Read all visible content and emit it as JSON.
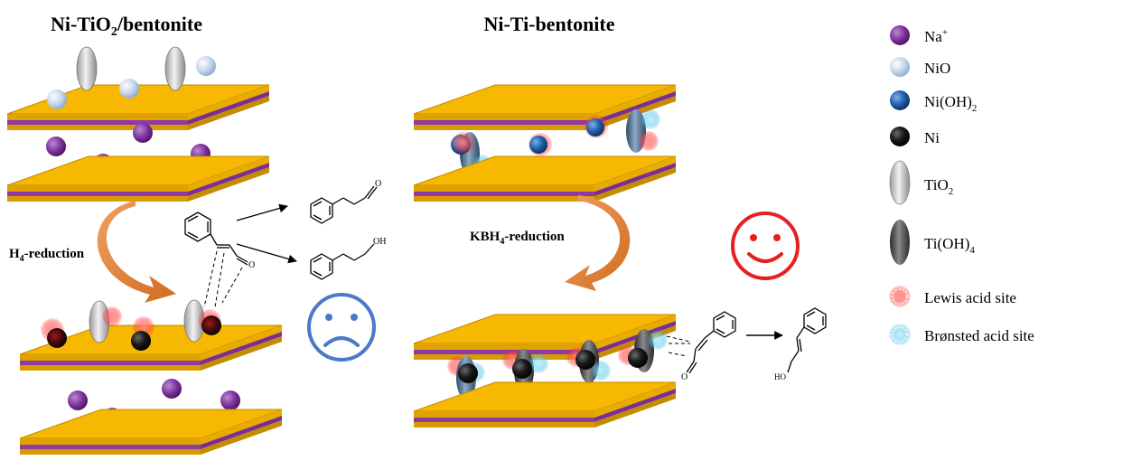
{
  "left_panel": {
    "title": "Ni-TiO",
    "title_sub": "2",
    "title_rest": "/bentonite",
    "reduction_label": "H",
    "reduction_sub": "4",
    "reduction_rest": "-reduction",
    "face": "sad"
  },
  "right_panel": {
    "title": "Ni-Ti-bentonite",
    "reduction_label": "KBH",
    "reduction_sub": "4",
    "reduction_rest": "-reduction",
    "face": "happy"
  },
  "molecules": {
    "aldehyde_label": "O",
    "alcohol_label": "OH",
    "reactant_label": "O",
    "right_reactant_label": "O",
    "product_label": "HO"
  },
  "legend": {
    "items": [
      {
        "label": "Na",
        "sup": "+",
        "sub": "",
        "icon": "purple-sphere"
      },
      {
        "label": "NiO",
        "sup": "",
        "sub": "",
        "icon": "light-blue-sphere"
      },
      {
        "label": "Ni(OH)",
        "sup": "",
        "sub": "2",
        "icon": "blue-sphere"
      },
      {
        "label": "Ni",
        "sup": "",
        "sub": "",
        "icon": "black-sphere"
      },
      {
        "label": "TiO",
        "sup": "",
        "sub": "2",
        "icon": "light-grey-ellipse"
      },
      {
        "label": "Ti(OH)",
        "sup": "",
        "sub": "4",
        "icon": "dark-grey-ellipse"
      },
      {
        "label": "Lewis acid site",
        "sup": "",
        "sub": "",
        "icon": "red-dotted-circle"
      },
      {
        "label": "Brønsted acid site",
        "sup": "",
        "sub": "",
        "icon": "cyan-dotted-circle"
      }
    ]
  },
  "colors": {
    "slab_top": "#f5b800",
    "slab_front": "#d89c00",
    "slab_stripe": "#8e3aa4",
    "na": "#7b2f9a",
    "nio": "#c7d6ee",
    "niOH": "#1f5ea8",
    "ni": "#141414",
    "tio2": "#d5d5d5",
    "tiOH": "#5e5e5e",
    "arrow": "#e07a2c",
    "lewis": "#e8323a",
    "bronsted": "#2fb3e0",
    "sad": "#4a7ac8",
    "happy": "#e62020"
  }
}
